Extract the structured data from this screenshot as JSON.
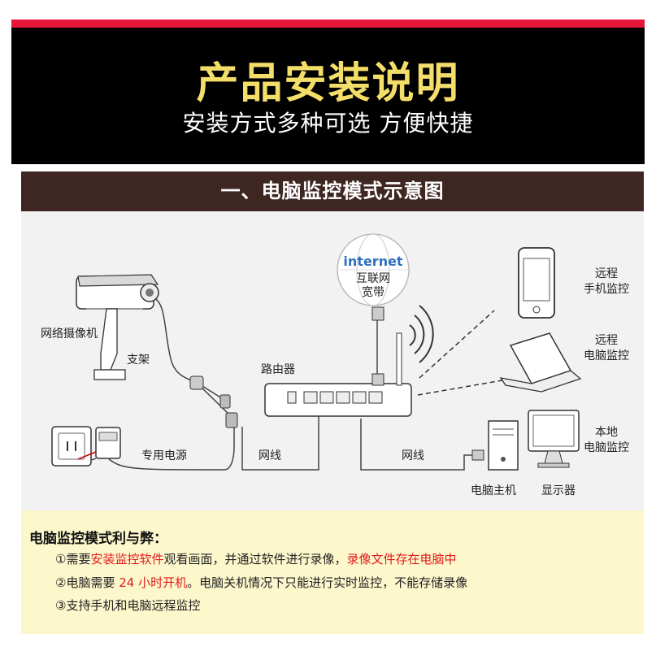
{
  "header": {
    "title": "产品安装说明",
    "subtitle": "安装方式多种可选 方便快捷"
  },
  "section": {
    "title": "一、电脑监控模式示意图"
  },
  "diagram": {
    "labels": {
      "camera": "网络摄像机",
      "bracket": "支架",
      "power": "专用电源",
      "cable1": "网线",
      "cable2": "网线",
      "router": "路由器",
      "internet": "internet",
      "internet_line1": "互联网",
      "internet_line2": "宽带",
      "remote_phone_line1": "远程",
      "remote_phone_line2": "手机监控",
      "remote_pc_line1": "远程",
      "remote_pc_line2": "电脑监控",
      "local_pc_line1": "本地",
      "local_pc_line2": "电脑监控",
      "pc_host": "电脑主机",
      "monitor": "显示器"
    }
  },
  "pros_cons": {
    "title": "电脑监控模式利与弊：",
    "line1": {
      "a": "①需要",
      "b": "安装监控软件",
      "c": "观看画面，并通过软件进行录像，",
      "d": "录像文件存在电脑中"
    },
    "line2": {
      "a": "②电脑需要 ",
      "b": "24 小时开机",
      "c": "。电脑关机情况下只能进行实时监控，不能存储录像"
    },
    "line3": "③支持手机和电脑远程监控"
  },
  "colors": {
    "accent_red": "#e5163a",
    "banner_bg": "#000000",
    "title_yellow": "#f4de6a",
    "section_bg": "#3e2723",
    "diagram_bg": "#f2f2f2",
    "note_bg": "#fdf7cc",
    "highlight_red": "#e21b1b"
  }
}
